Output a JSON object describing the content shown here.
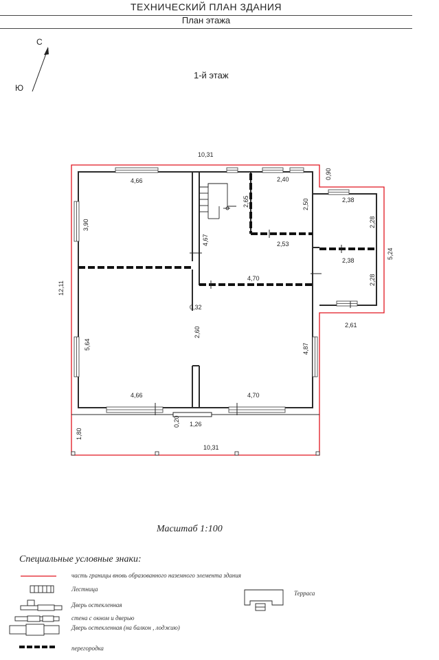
{
  "header": {
    "title": "ТЕХНИЧЕСКИЙ ПЛАН ЗДАНИЯ",
    "subtitle": "План этажа"
  },
  "compass": {
    "north": "С",
    "south": "Ю"
  },
  "floor_label": "1-й этаж",
  "scale": "Масштаб 1:100",
  "dimensions": {
    "overall_width_top": "10,31",
    "overall_width_bottom": "10,31",
    "overall_height": "12,11",
    "top_offset": "0,90",
    "terrace_depth": "1,80",
    "terrace_height": "5,24",
    "room_top_left_width": "4,66",
    "room_top_left_height": "3,90",
    "stair_height": "2,65",
    "corridor_height": "4,67",
    "small_room_width_top": "2,40",
    "small_room_height": "2,50",
    "small_room_width_bottom": "2,53",
    "veranda_width_top": "2,38",
    "veranda_height_top": "2,28",
    "veranda_width_mid": "2,38",
    "veranda_height_bottom": "2,28",
    "veranda_width_bottom": "2,61",
    "hall_width": "4,70",
    "partition_thickness": "0,32",
    "partition_length": "2,60",
    "room_bottom_left_height": "5,64",
    "room_bottom_right_height": "4,87",
    "room_bottom_left_width": "4,66",
    "room_bottom_right_width": "4,70",
    "door_offset": "0,20",
    "door_width": "1,26"
  },
  "legend": {
    "title": "Специальные условные знаки:",
    "items": [
      "часть границы вновь образованного наземного элемента здания",
      "Лестница",
      "Дверь остекленная",
      "стена с окном и дверью",
      "Дверь остекленная (на балкон , лоджию)",
      "перегородка",
      "Терраса"
    ]
  },
  "colors": {
    "boundary": "#e0141e",
    "wall": "#2a2a2a",
    "partition": "#111111"
  }
}
